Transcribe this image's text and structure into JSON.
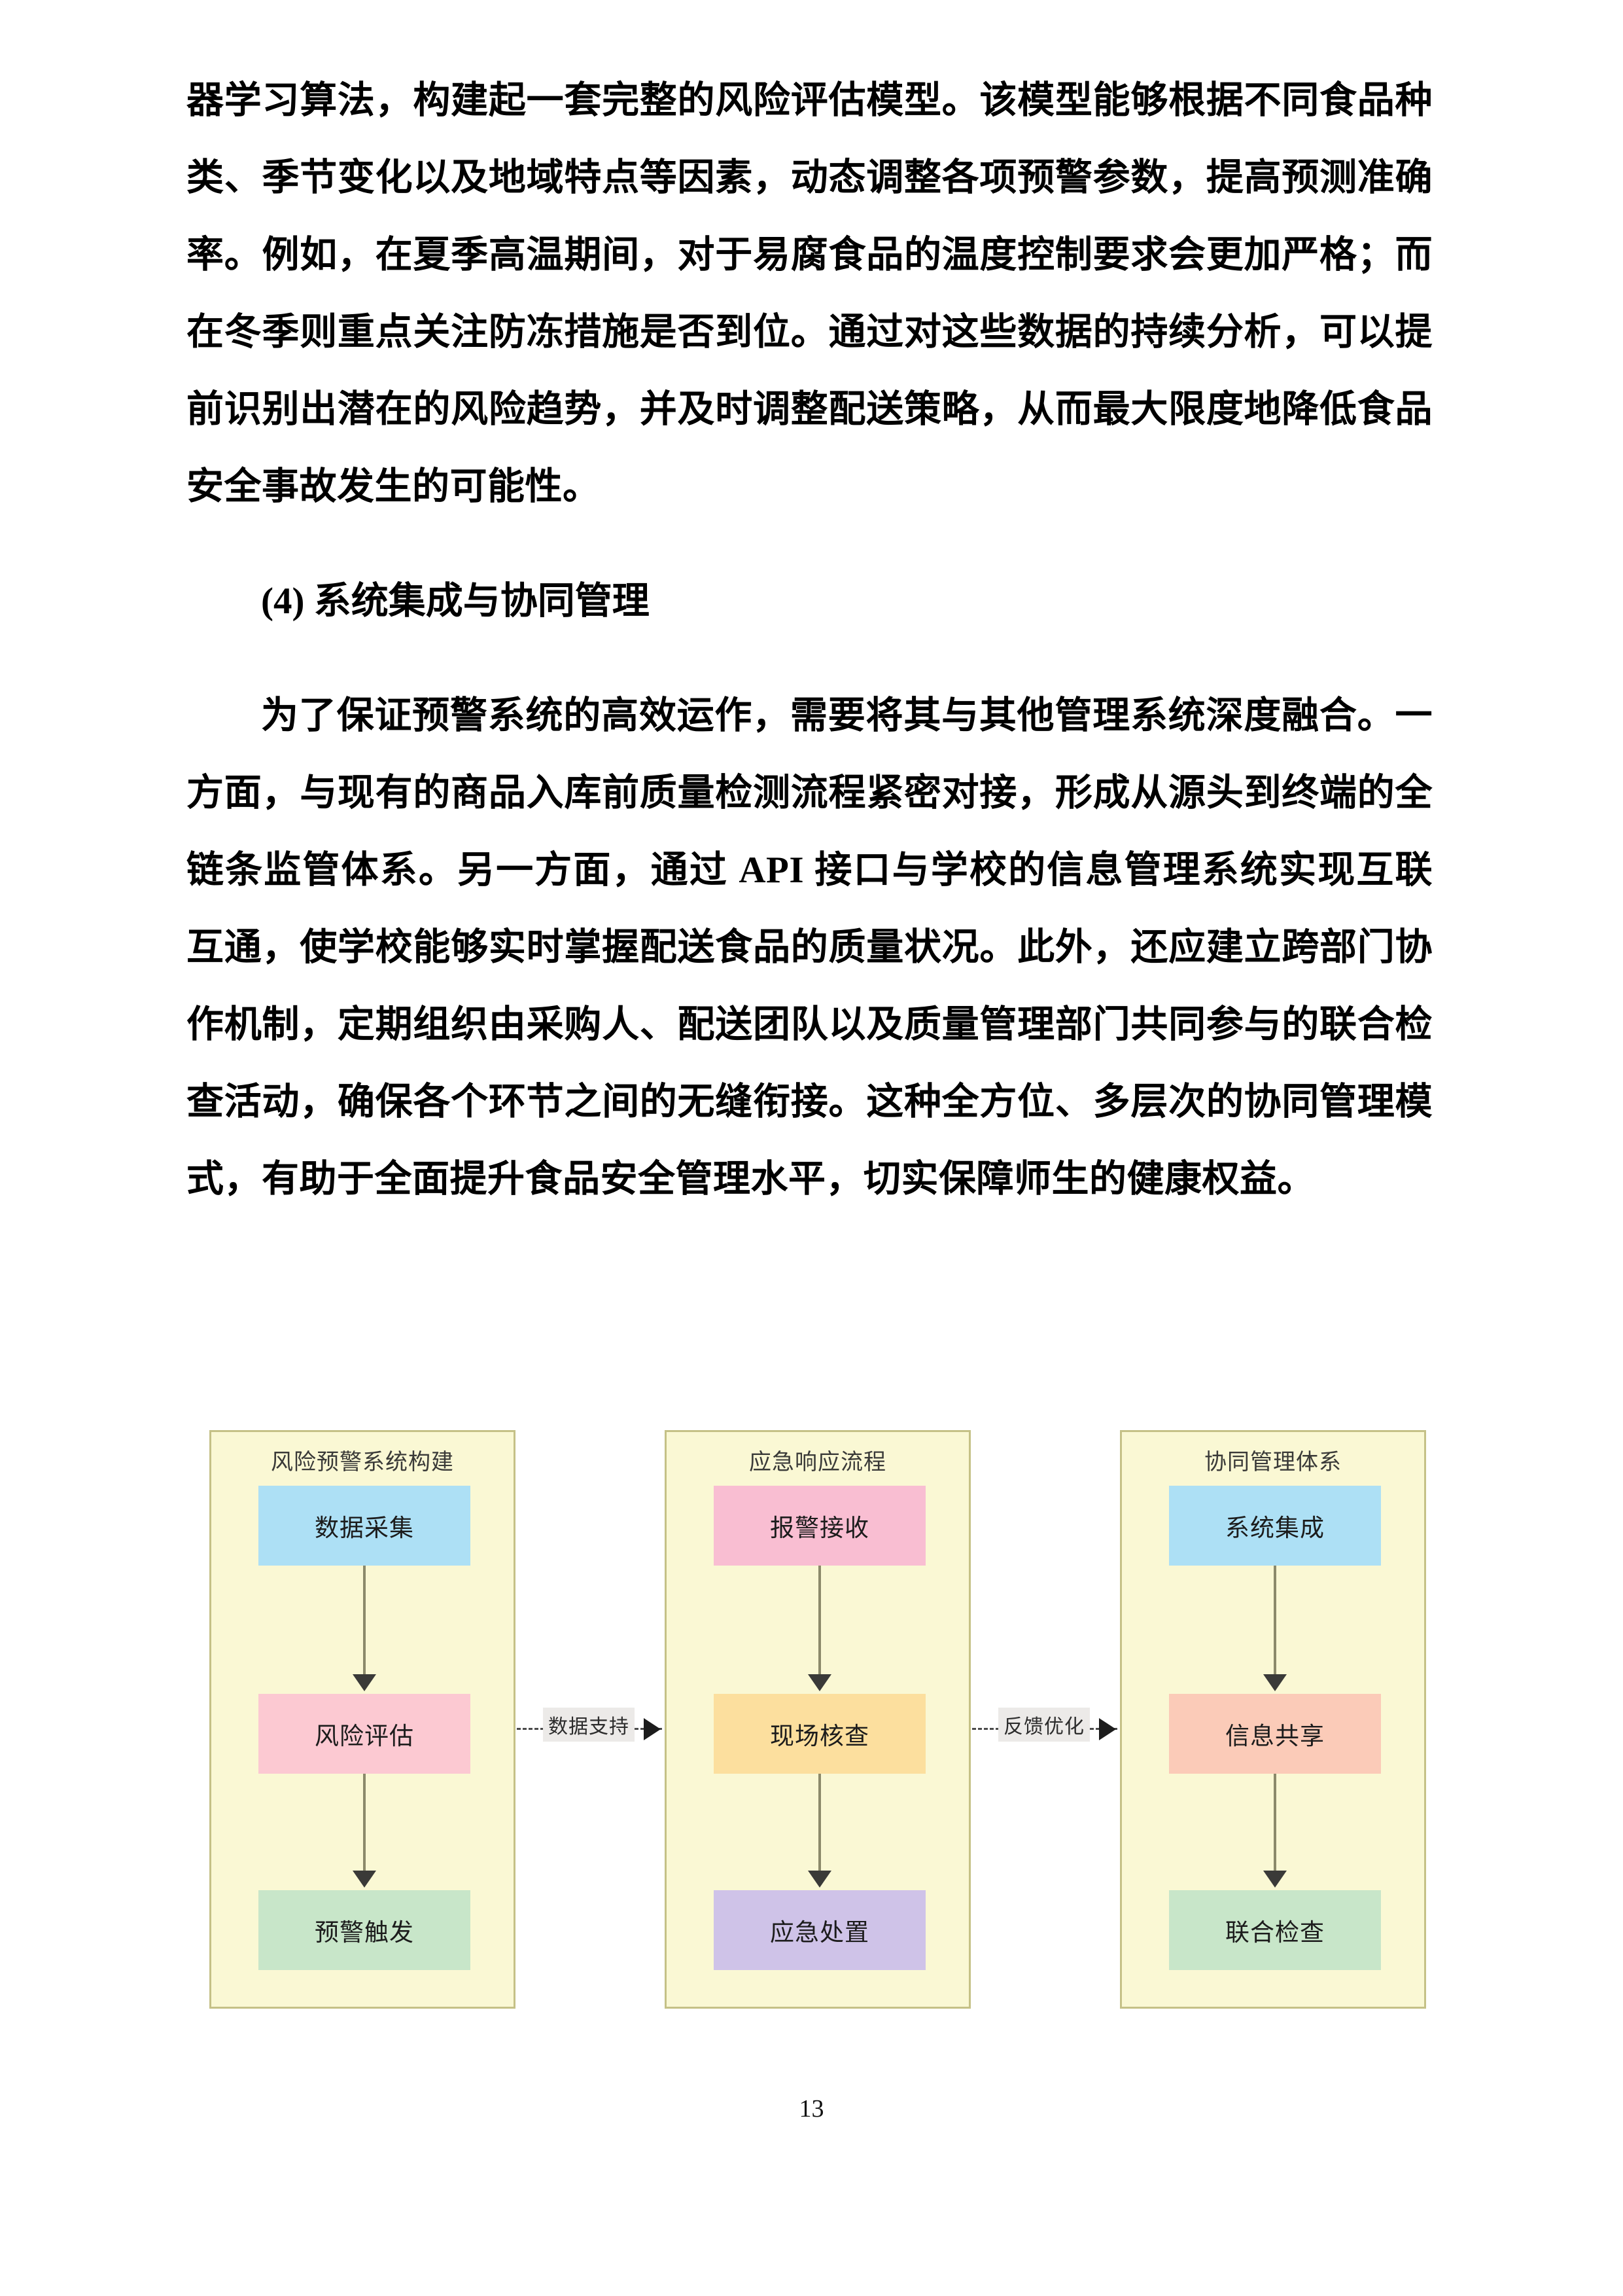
{
  "document": {
    "page_number": "13",
    "paragraphs": [
      {
        "id": "p1",
        "text": "器学习算法，构建起一套完整的风险评估模型。该模型能够根据不同食品种类、季节变化以及地域特点等因素，动态调整各项预警参数，提高预测准确率。例如，在夏季高温期间，对于易腐食品的温度控制要求会更加严格；而在冬季则重点关注防冻措施是否到位。通过对这些数据的持续分析，可以提前识别出潜在的风险趋势，并及时调整配送策略，从而最大限度地降低食品安全事故发生的可能性。"
      }
    ],
    "heading": "(4) 系统集成与协同管理",
    "paragraph_2": "为了保证预警系统的高效运作，需要将其与其他管理系统深度融合。一方面，与现有的商品入库前质量检测流程紧密对接，形成从源头到终端的全链条监管体系。另一方面，通过 API 接口与学校的信息管理系统实现互联互通，使学校能够实时掌握配送食品的质量状况。此外，还应建立跨部门协作机制，定期组织由采购人、配送团队以及质量管理部门共同参与的联合检查活动，确保各个环节之间的无缝衔接。这种全方位、多层次的协同管理模式，有助于全面提升食品安全管理水平，切实保障师生的健康权益。"
  },
  "figure": {
    "panels": [
      {
        "title": "风险预警系统构建",
        "nodes": [
          {
            "label": "数据采集",
            "color": "#ADE0F5"
          },
          {
            "label": "风险评估",
            "color": "#FCC9D2"
          },
          {
            "label": "预警触发",
            "color": "#C8E6C9"
          }
        ]
      },
      {
        "title": "应急响应流程",
        "nodes": [
          {
            "label": "报警接收",
            "color": "#F9BED2"
          },
          {
            "label": "现场核查",
            "color": "#FCDF9E"
          },
          {
            "label": "应急处置",
            "color": "#CFC3E8"
          }
        ]
      },
      {
        "title": "协同管理体系",
        "nodes": [
          {
            "label": "系统集成",
            "color": "#ADE0F5"
          },
          {
            "label": "信息共享",
            "color": "#FBCBB8"
          },
          {
            "label": "联合检查",
            "color": "#C8E6C9"
          }
        ]
      }
    ],
    "edges": [
      {
        "label": "数据支持",
        "from": "风险评估",
        "to": "现场核查"
      },
      {
        "label": "反馈优化",
        "from": "现场核查",
        "to": "信息共享"
      }
    ],
    "panel_background": "#FAF8D4",
    "panel_border": "#C5C187",
    "connector_color": "#8c8a6b",
    "edge_label_background": "#eceae8"
  }
}
